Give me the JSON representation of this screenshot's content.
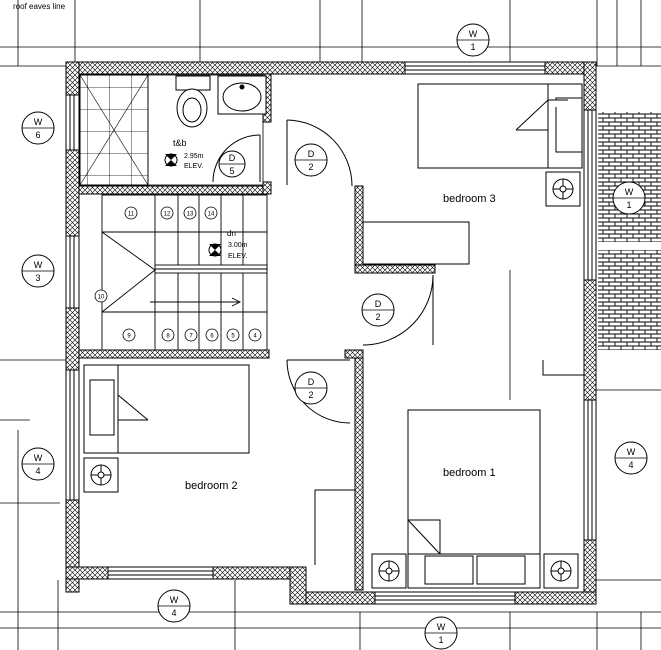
{
  "title_note": "roof eaves line",
  "rooms": {
    "bedroom1": "bedroom 1",
    "bedroom2": "bedroom 2",
    "bedroom3": "bedroom 3",
    "tb": "t&b"
  },
  "elevations": {
    "tb_value": "2.95m",
    "tb_label": "ELEV.",
    "stair_dn": "dn",
    "stair_value": "3.00m",
    "stair_label": "ELEV."
  },
  "door_tags": [
    {
      "code": "D",
      "num": "2"
    },
    {
      "code": "D",
      "num": "2"
    },
    {
      "code": "D",
      "num": "2"
    },
    {
      "code": "D",
      "num": "5"
    }
  ],
  "window_tags": [
    {
      "code": "W",
      "num": "1"
    },
    {
      "code": "W",
      "num": "6"
    },
    {
      "code": "W",
      "num": "3"
    },
    {
      "code": "W",
      "num": "4"
    },
    {
      "code": "W",
      "num": "4"
    },
    {
      "code": "W",
      "num": "4"
    },
    {
      "code": "W",
      "num": "1"
    },
    {
      "code": "W",
      "num": "1"
    }
  ],
  "stair_steps": [
    "11",
    "12",
    "13",
    "14",
    "10",
    "9",
    "8",
    "7",
    "6",
    "5",
    "4"
  ]
}
